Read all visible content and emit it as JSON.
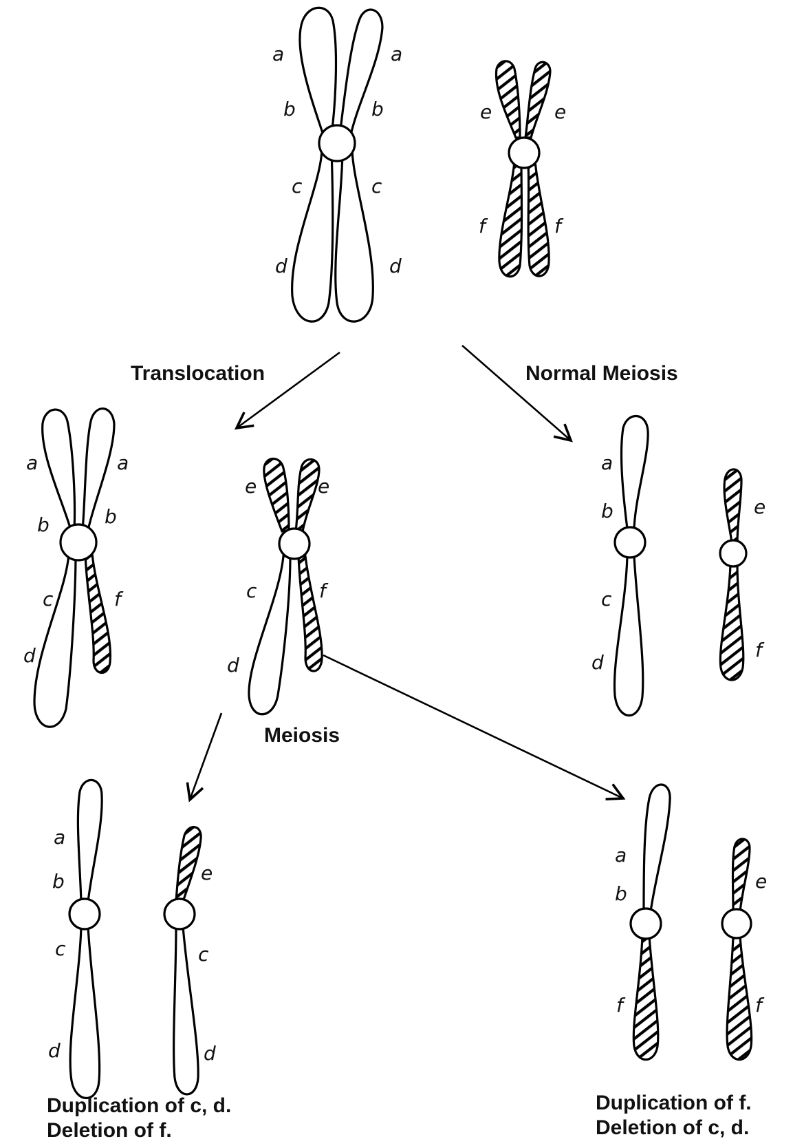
{
  "labels": {
    "a": "a",
    "b": "b",
    "c": "c",
    "d": "d",
    "e": "e",
    "f": "f"
  },
  "steps": {
    "translocation": "Translocation",
    "normal_meiosis": "Normal Meiosis",
    "meiosis": "Meiosis"
  },
  "outcomes": {
    "left_line1": "Duplication of c, d.",
    "left_line2": "Deletion of f.",
    "right_line1": "Duplication of f.",
    "right_line2": "Deletion of c, d."
  },
  "colors": {
    "ink": "#000000",
    "paper": "#ffffff"
  }
}
